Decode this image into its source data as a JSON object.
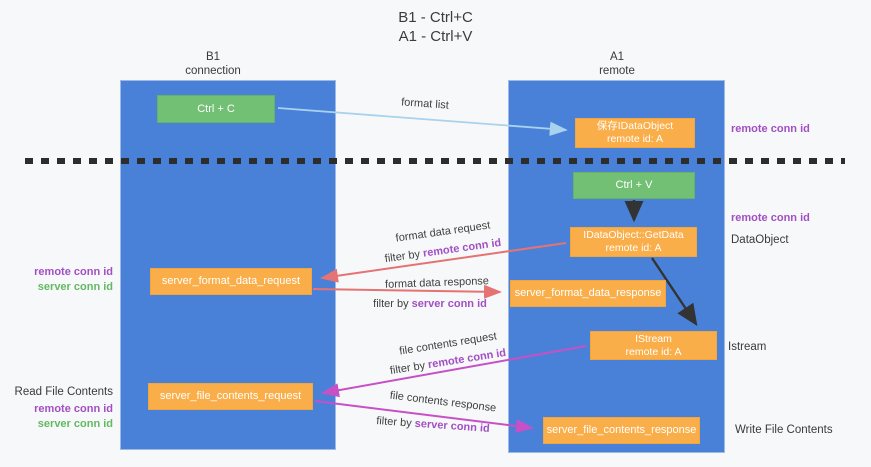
{
  "title": {
    "line1": "B1 - Ctrl+C",
    "line2": "A1 - Ctrl+V"
  },
  "lanes": {
    "left": {
      "name": "B1",
      "subtitle": "connection"
    },
    "right": {
      "name": "A1",
      "subtitle": "remote"
    }
  },
  "nodes": {
    "ctrl_c": "Ctrl + C",
    "ctrl_v": "Ctrl + V",
    "save_dataobject": {
      "line1": "保存IDataObject",
      "line2": "remote id: A"
    },
    "getdata": {
      "line1": "IDataObject::GetData",
      "line2": "remote id: A"
    },
    "istream": {
      "line1": "IStream",
      "line2": "remote id: A"
    },
    "server_format_data_request": "server_format_data_request",
    "server_format_data_response": "server_format_data_response",
    "server_file_contents_request": "server_file_contents_request",
    "server_file_contents_response": "server_file_contents_response"
  },
  "arrow_labels": {
    "format_list": "format list",
    "format_data_request": "format data request",
    "format_data_response": "format data response",
    "file_contents_request": "file contents request",
    "file_contents_response": "file contents response",
    "filter_by": "filter by ",
    "remote_conn_id": "remote conn id",
    "server_conn_id": "server conn id"
  },
  "side_labels": {
    "remote_conn_id": "remote conn id",
    "server_conn_id": "server conn id",
    "dataobject": "DataObject",
    "istream": "Istream",
    "read_file_contents": "Read File Contents",
    "write_file_contents": "Write File Contents"
  },
  "colors": {
    "lane_blue": "#4a81d8",
    "box_green": "#72c073",
    "box_orange": "#f9ae49",
    "arrow_light_blue": "#a8d2ee",
    "arrow_red": "#e57373",
    "arrow_magenta": "#c750c7",
    "arrow_black": "#333333",
    "label_purple": "#a24fc4",
    "label_green": "#63b963",
    "dashed_line": "#2d2d2d",
    "background": "#f7f8f9"
  }
}
